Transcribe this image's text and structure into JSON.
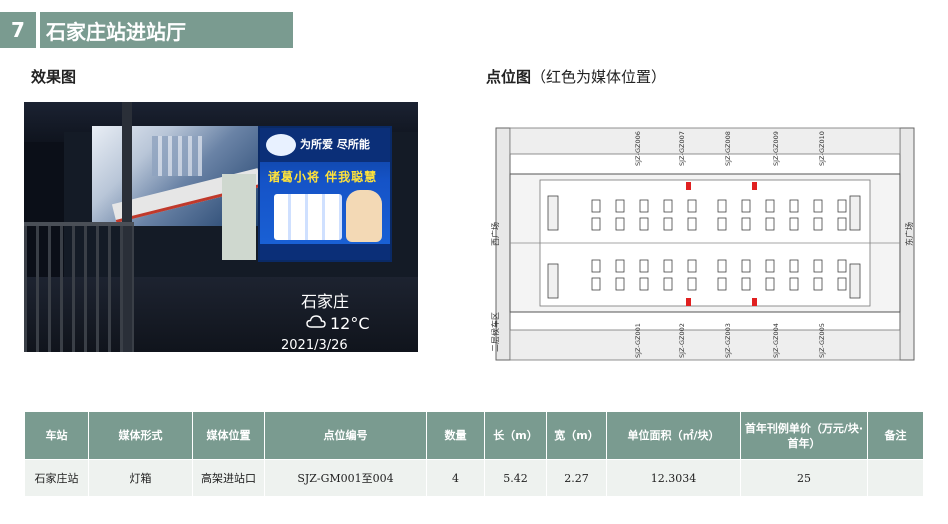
{
  "header": {
    "number": "7",
    "title": "石家庄站进站厅"
  },
  "section_left": {
    "title": "效果图"
  },
  "section_right": {
    "title": "点位图",
    "note": "（红色为媒体位置）"
  },
  "photo": {
    "ad_slogan": "为所爱 尽所能",
    "ad_headline": "诸葛小将 伴我聪慧",
    "watermark_city": "石家庄",
    "watermark_temp": "12°C",
    "watermark_date": "2021/3/26",
    "weather_icon": "cloud-icon"
  },
  "map": {
    "top_labels": [
      "SJZ-GZ006",
      "SJZ-GZ007",
      "SJZ-GZ008",
      "SJZ-GZ009",
      "SJZ-GZ010"
    ],
    "bottom_labels": [
      "SJZ-GZ001",
      "SJZ-GZ002",
      "SJZ-GZ003",
      "SJZ-GZ004",
      "SJZ-GZ005"
    ],
    "left_square": "西广场",
    "right_square": "东广场",
    "bottom_left_area": "二层候车区",
    "media_color": "#e02020"
  },
  "table": {
    "headers": [
      "车站",
      "媒体形式",
      "媒体位置",
      "点位编号",
      "数量",
      "长（m）",
      "宽（m）",
      "单位面积（㎡/块）",
      "首年刊例单价（万元/块·首年）",
      "备注"
    ],
    "rows": [
      [
        "石家庄站",
        "灯箱",
        "高架进站口",
        "SJZ-GM001至004",
        "4",
        "5.42",
        "2.27",
        "12.3034",
        "25",
        ""
      ]
    ]
  },
  "colors": {
    "accent": "#7a9b90",
    "row_bg": "#eef2ef"
  }
}
